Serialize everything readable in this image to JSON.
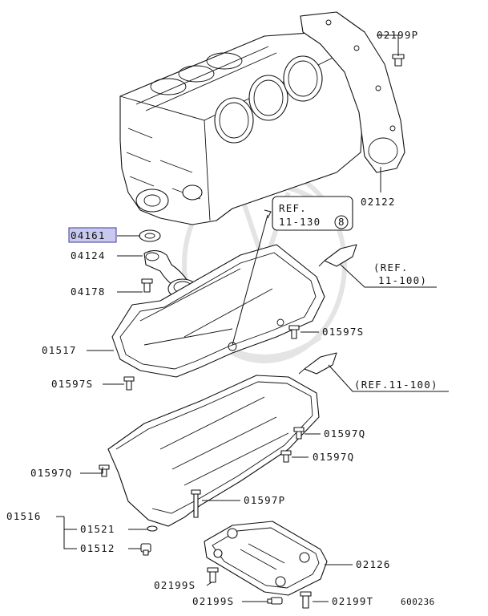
{
  "diagram_id": "600236",
  "highlight_color": "#c9c9f0",
  "highlighted_part": "04161",
  "reference_box": {
    "line1": "REF.",
    "line2": "11-130",
    "circle_number": "8"
  },
  "references": [
    {
      "id": "ref-upper",
      "line1": "(REF.",
      "line2": "11-100)"
    },
    {
      "id": "ref-lower",
      "text": "(REF.11-100)"
    }
  ],
  "parts": {
    "p02199P": "02199P",
    "p02122": "02122",
    "p04161": "04161",
    "p04124": "04124",
    "p04178": "04178",
    "p01517": "01517",
    "p01597S_a": "01597S",
    "p01597S_b": "01597S",
    "p01597Q_a": "01597Q",
    "p01597Q_b": "01597Q",
    "p01597Q_c": "01597Q",
    "p01597P": "01597P",
    "p01516": "01516",
    "p01521": "01521",
    "p01512": "01512",
    "p02126": "02126",
    "p02199S_a": "02199S",
    "p02199S_b": "02199S",
    "p02199T": "02199T"
  }
}
